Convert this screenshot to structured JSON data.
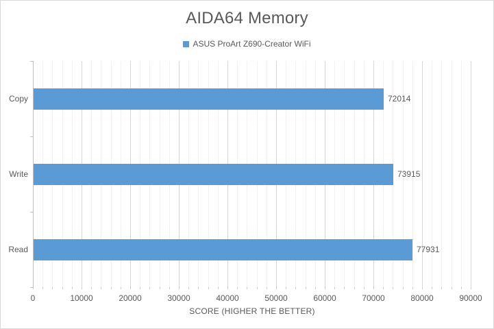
{
  "chart": {
    "title": "AIDA64 Memory",
    "legend": {
      "label": "ASUS ProArt Z690-Creator WiFi",
      "swatch_color": "#5B9BD5"
    },
    "x_axis_title": "SCORE (HIGHER THE BETTER)"
  },
  "chart_data": {
    "type": "bar",
    "orientation": "horizontal",
    "title": "AIDA64 Memory",
    "categories": [
      "Copy",
      "Write",
      "Read"
    ],
    "series": [
      {
        "name": "ASUS ProArt Z690-Creator WiFi",
        "color": "#5B9BD5",
        "values": [
          72014,
          73915,
          77931
        ]
      }
    ],
    "data_labels": [
      72014,
      73915,
      77931
    ],
    "xlabel": "SCORE (HIGHER THE BETTER)",
    "ylabel": "",
    "xlim": [
      0,
      90000
    ],
    "x_major_tick_interval": 10000,
    "x_minor_tick_interval": 2000,
    "x_tick_labels": [
      "0",
      "10000",
      "20000",
      "30000",
      "40000",
      "50000",
      "60000",
      "70000",
      "80000",
      "90000"
    ],
    "grid": true,
    "legend_position": "top"
  },
  "colors": {
    "bar": "#5B9BD5",
    "title_text": "#595959",
    "label_text": "#595959",
    "major_gridline": "#D6D6D6",
    "minor_gridline": "#F1F1F1",
    "axis_line": "#BFBFBF",
    "chart_border": "#D9D9D9",
    "background": "#FFFFFF"
  }
}
